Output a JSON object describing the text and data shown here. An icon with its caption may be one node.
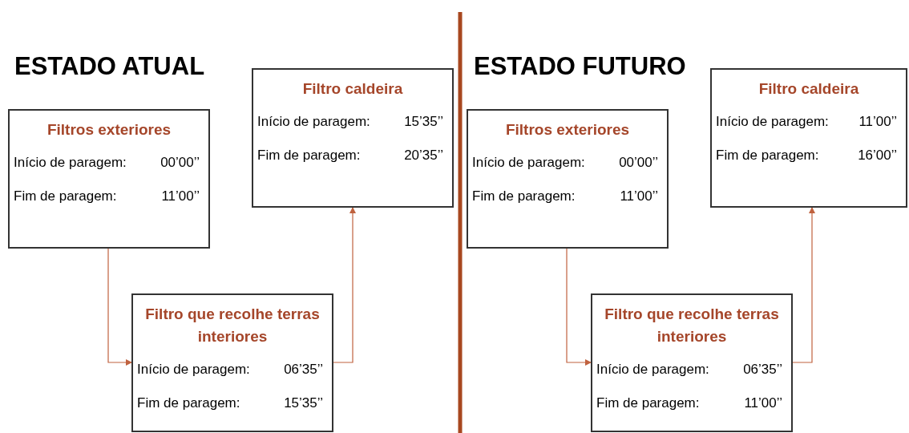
{
  "diagram": {
    "nodes": [
      {
        "text": [
          "Filtros exteriores",
          "Início de paragem:",
          "00’00’’",
          "Fim de paragem:",
          "11’00’’"
        ]
      },
      {
        "text": [
          "Filtro caldeira",
          "Início de paragem:",
          "15’35’’",
          "Fim de paragem:",
          "20’35’’"
        ]
      },
      {
        "text": [
          "Filtro que recolhe terras interiores",
          "Início de paragem:",
          "06’35’’",
          "Fim de paragem:",
          "15’35’’"
        ]
      },
      {
        "text": [
          "Filtros exteriores",
          "Início de paragem:",
          "00’00’’",
          "Fim de paragem:",
          "11’00’’"
        ]
      },
      {
        "text": [
          "Filtro caldeira",
          "Início de paragem:",
          "11’00’’",
          "Fim de paragem:",
          "16’00’’"
        ]
      },
      {
        "text": [
          "Filtro que recolhe terras interiores",
          "Início de paragem:",
          "06’35’’",
          "Fim de paragem:",
          "11’00’’"
        ]
      }
    ],
    "edges": [
      {
        "from": 0,
        "to": 2,
        "arrow": "to"
      },
      {
        "from": 2,
        "to": 1,
        "arrow": "to"
      },
      {
        "from": 3,
        "to": 5,
        "arrow": "to"
      },
      {
        "from": 5,
        "to": 4,
        "arrow": "to"
      }
    ],
    "labels": [
      "ESTADO ATUAL",
      "ESTADO FUTURO"
    ]
  }
}
